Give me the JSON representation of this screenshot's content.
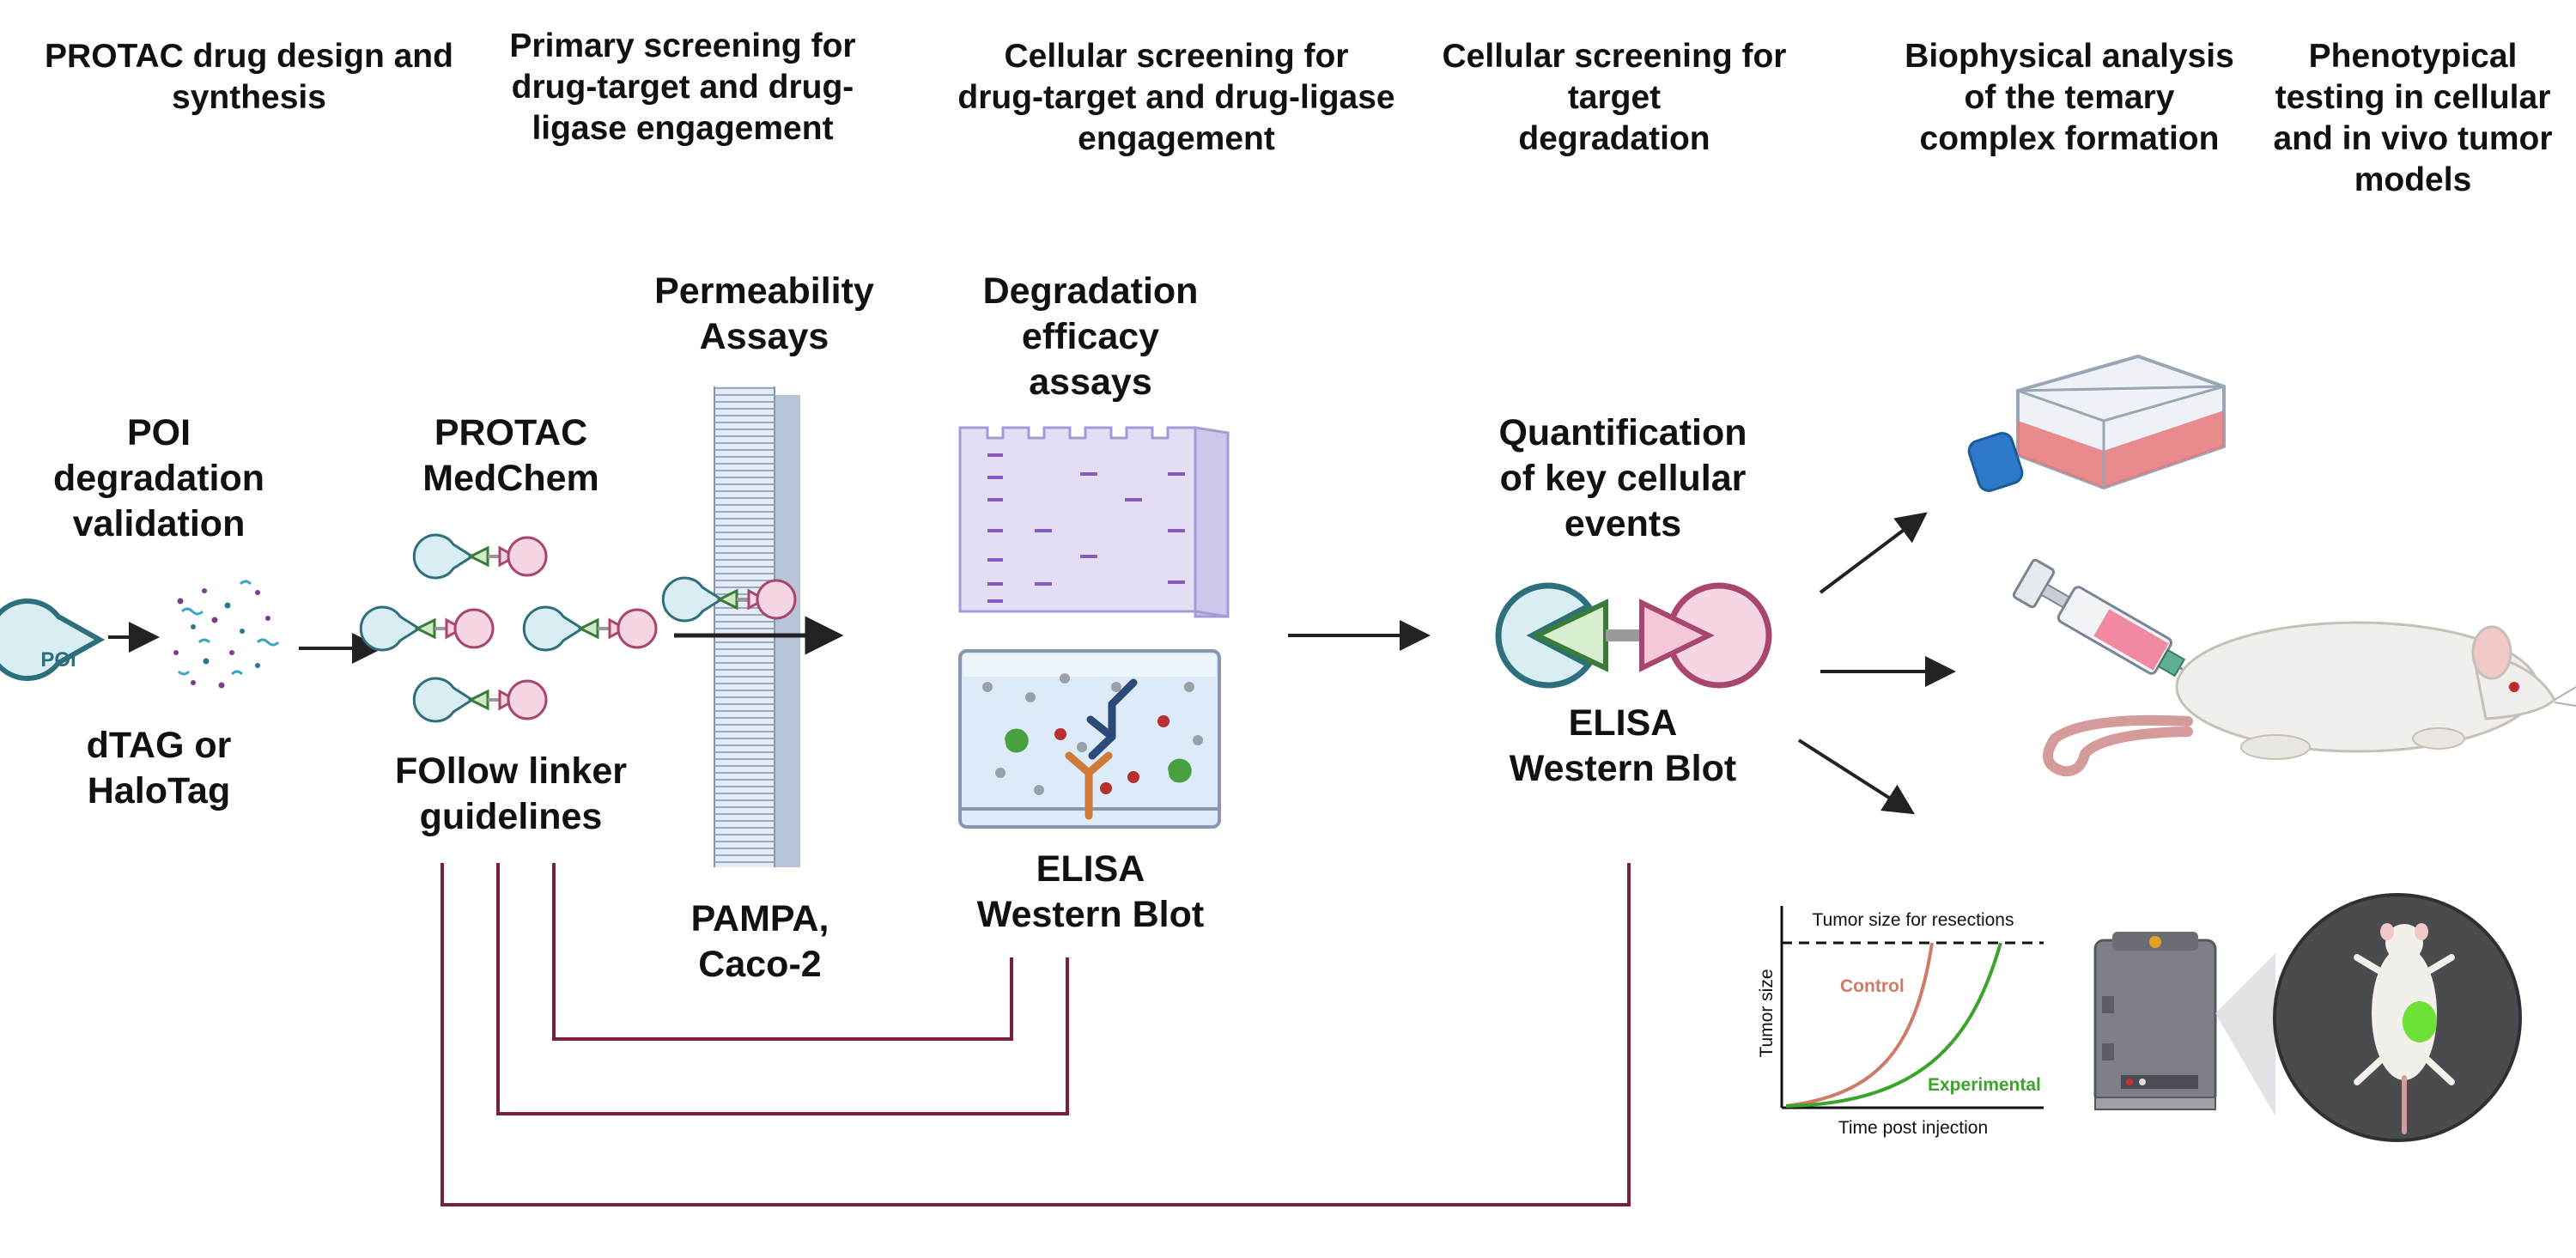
{
  "stages": [
    {
      "lines": [
        "PROTAC drug design and",
        "synthesis"
      ]
    },
    {
      "lines": [
        "Primary screening for",
        "drug-target and drug-",
        "ligase engagement"
      ]
    },
    {
      "lines": [
        "Cellular screening for",
        "drug-target and drug-ligase",
        "engagement"
      ]
    },
    {
      "lines": [
        "Cellular screening for target",
        "degradation"
      ]
    },
    {
      "lines": [
        "Biophysical analysis",
        "of the temary",
        "complex formation"
      ]
    },
    {
      "lines": [
        "Phenotypical",
        "testing in cellular",
        "and in vivo tumor",
        "models"
      ]
    }
  ],
  "labels": {
    "poi_validation": [
      "POI",
      "degradation",
      "validation"
    ],
    "dtag": [
      "dTAG or",
      "HaloTag"
    ],
    "protac_medchem": [
      "PROTAC",
      "MedChem"
    ],
    "linker": [
      "FOllow linker",
      "guidelines"
    ],
    "permeability": [
      "Permeability",
      "Assays"
    ],
    "pampa": [
      "PAMPA,",
      "Caco-2"
    ],
    "degradation": [
      "Degradation",
      "efficacy",
      "assays"
    ],
    "elisa1": [
      "ELISA",
      "Western Blot"
    ],
    "quantification": [
      "Quantification",
      "of key cellular",
      "events"
    ],
    "elisa2": [
      "ELISA",
      "Western Blot"
    ]
  },
  "icon_text": {
    "poi": "POI"
  },
  "tumor_chart": {
    "title": "Tumor size for resections",
    "ylabel": "Tumor size",
    "xlabel": "Time post injection",
    "control_label": "Control",
    "experimental_label": "Experimental"
  },
  "colors": {
    "feedback_line": "#7a1f3d",
    "arrow": "#222222",
    "poi_fill": "#d8eef2",
    "poi_stroke": "#2e6f7e",
    "ligase_fill": "#f6d6e4",
    "ligase_stroke": "#a8466e",
    "control_curve": "#d07a6a",
    "experimental_curve": "#3aa52a"
  }
}
